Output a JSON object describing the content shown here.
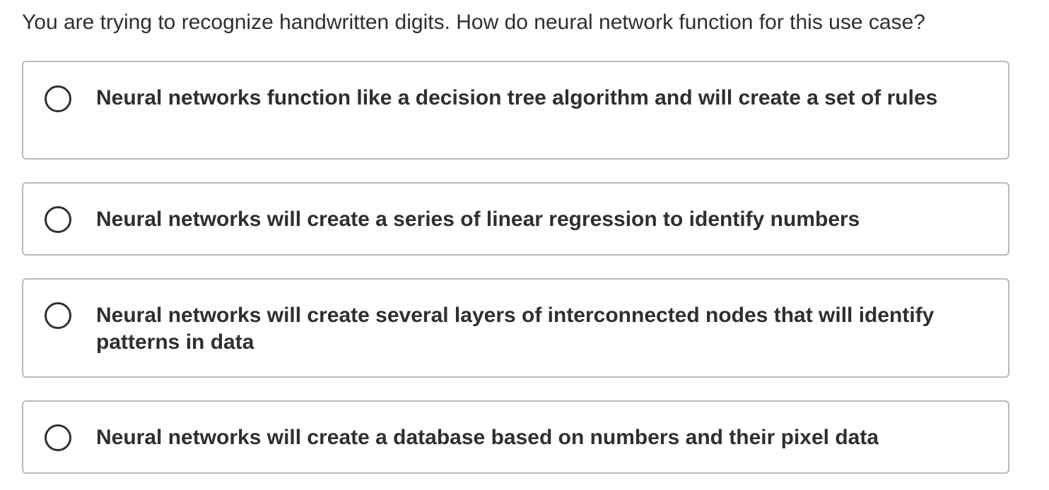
{
  "question": {
    "text": "You are trying to recognize handwritten digits. How do neural network function for this use case?"
  },
  "options": [
    {
      "text": "Neural networks function like a decision tree algorithm and will create a set of rules",
      "selected": false
    },
    {
      "text": "Neural networks will create a series of linear regression to identify numbers",
      "selected": false
    },
    {
      "text": "Neural networks will create several layers of interconnected nodes that will identify patterns in data",
      "selected": false
    },
    {
      "text": "Neural networks will create a database based on numbers and their pixel data",
      "selected": false
    }
  ],
  "colors": {
    "text": "#2d2f31",
    "border": "#b9bac2",
    "background": "#ffffff"
  }
}
